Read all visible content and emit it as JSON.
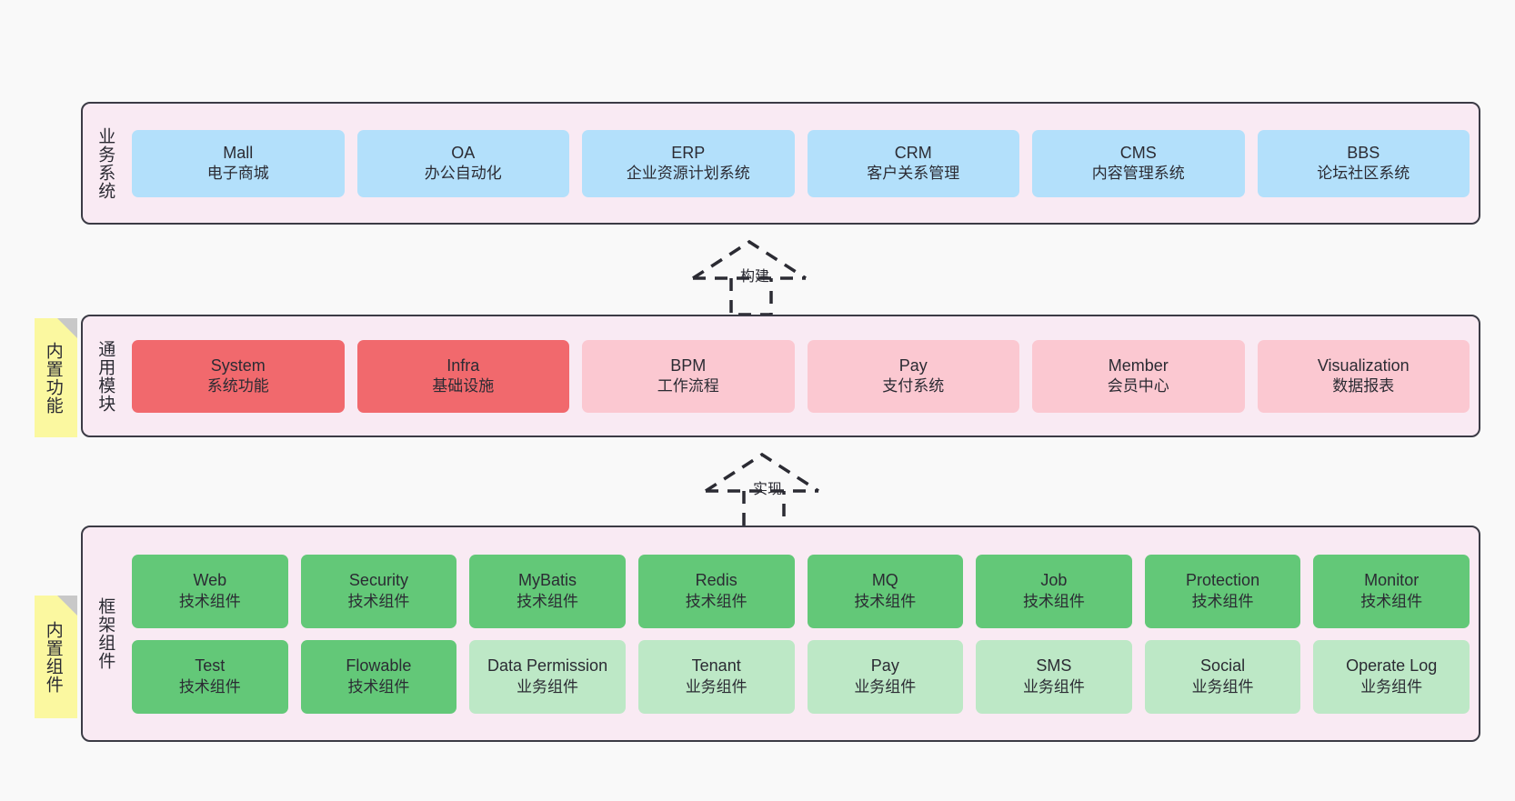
{
  "page": {
    "background": "#f9f9f9",
    "layer_fill": "#f9eaf3",
    "layer_border": "#3b3b45",
    "note_fill": "#fbf8a0"
  },
  "notes": [
    {
      "id": "builtin-functions",
      "text": "内置功能"
    },
    {
      "id": "builtin-components",
      "text": "内置组件"
    }
  ],
  "connectors": [
    {
      "id": "build",
      "label": "构建",
      "style": "dashed-hollow-triangle"
    },
    {
      "id": "implement",
      "label": "实现",
      "style": "dashed-hollow-triangle"
    }
  ],
  "layers": [
    {
      "id": "business-systems",
      "title": "业务系统",
      "color": "#b3e0fb",
      "rows": [
        [
          {
            "title": "Mall",
            "sub": "电子商城",
            "color": "#b3e0fb"
          },
          {
            "title": "OA",
            "sub": "办公自动化",
            "color": "#b3e0fb"
          },
          {
            "title": "ERP",
            "sub": "企业资源计划系统",
            "color": "#b3e0fb"
          },
          {
            "title": "CRM",
            "sub": "客户关系管理",
            "color": "#b3e0fb"
          },
          {
            "title": "CMS",
            "sub": "内容管理系统",
            "color": "#b3e0fb"
          },
          {
            "title": "BBS",
            "sub": "论坛社区系统",
            "color": "#b3e0fb"
          }
        ]
      ]
    },
    {
      "id": "common-modules",
      "title": "通用模块",
      "rows": [
        [
          {
            "title": "System",
            "sub": "系统功能",
            "color": "#f1696d"
          },
          {
            "title": "Infra",
            "sub": "基础设施",
            "color": "#f1696d"
          },
          {
            "title": "BPM",
            "sub": "工作流程",
            "color": "#fbc8d1"
          },
          {
            "title": "Pay",
            "sub": "支付系统",
            "color": "#fbc8d1"
          },
          {
            "title": "Member",
            "sub": "会员中心",
            "color": "#fbc8d1"
          },
          {
            "title": "Visualization",
            "sub": "数据报表",
            "color": "#fbc8d1"
          }
        ]
      ]
    },
    {
      "id": "framework-components",
      "title": "框架组件",
      "rows": [
        [
          {
            "title": "Web",
            "sub": "技术组件",
            "color": "#63c878"
          },
          {
            "title": "Security",
            "sub": "技术组件",
            "color": "#63c878"
          },
          {
            "title": "MyBatis",
            "sub": "技术组件",
            "color": "#63c878"
          },
          {
            "title": "Redis",
            "sub": "技术组件",
            "color": "#63c878"
          },
          {
            "title": "MQ",
            "sub": "技术组件",
            "color": "#63c878"
          },
          {
            "title": "Job",
            "sub": "技术组件",
            "color": "#63c878"
          },
          {
            "title": "Protection",
            "sub": "技术组件",
            "color": "#63c878"
          },
          {
            "title": "Monitor",
            "sub": "技术组件",
            "color": "#63c878"
          }
        ],
        [
          {
            "title": "Test",
            "sub": "技术组件",
            "color": "#63c878"
          },
          {
            "title": "Flowable",
            "sub": "技术组件",
            "color": "#63c878"
          },
          {
            "title": "Data Permission",
            "sub": "业务组件",
            "color": "#bde8c6"
          },
          {
            "title": "Tenant",
            "sub": "业务组件",
            "color": "#bde8c6"
          },
          {
            "title": "Pay",
            "sub": "业务组件",
            "color": "#bde8c6"
          },
          {
            "title": "SMS",
            "sub": "业务组件",
            "color": "#bde8c6"
          },
          {
            "title": "Social",
            "sub": "业务组件",
            "color": "#bde8c6"
          },
          {
            "title": "Operate Log",
            "sub": "业务组件",
            "color": "#bde8c6"
          }
        ]
      ]
    }
  ]
}
